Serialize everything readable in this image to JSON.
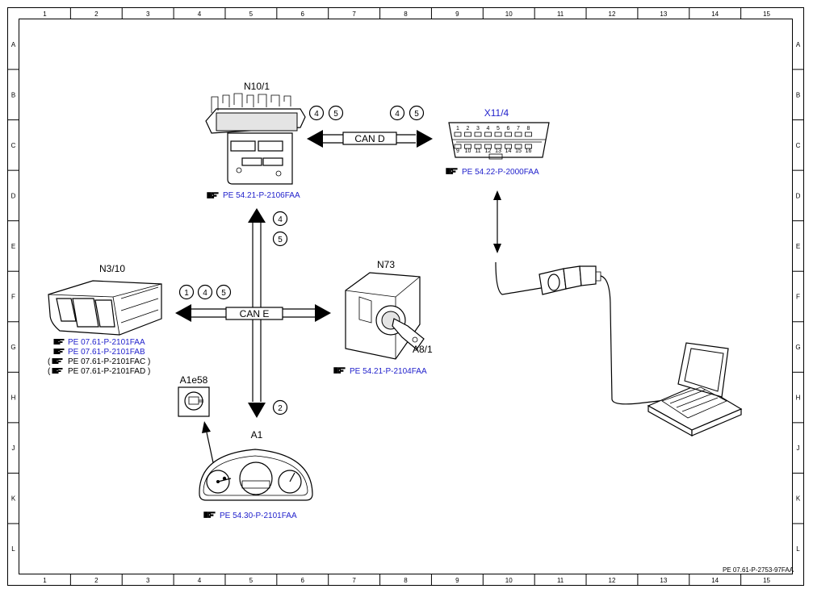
{
  "grid": {
    "columns": [
      "1",
      "2",
      "3",
      "4",
      "5",
      "6",
      "7",
      "8",
      "9",
      "10",
      "11",
      "12",
      "13",
      "14",
      "15"
    ],
    "rows": [
      "A",
      "B",
      "C",
      "D",
      "E",
      "F",
      "G",
      "H",
      "J",
      "K",
      "L"
    ]
  },
  "components": {
    "n10_1": {
      "label": "N10/1",
      "ref": "PE 54.21-P-2106FAA"
    },
    "x11_4": {
      "label": "X11/4",
      "ref": "PE 54.22-P-2000FAA",
      "pins_top": [
        "1",
        "2",
        "3",
        "4",
        "5",
        "6",
        "7",
        "8"
      ],
      "pins_bottom": [
        "9",
        "10",
        "11",
        "12",
        "13",
        "14",
        "15",
        "16"
      ]
    },
    "n3_10": {
      "label": "N3/10",
      "refs": [
        "PE 07.61-P-2101FAA",
        "PE 07.61-P-2101FAB"
      ],
      "refs_paren": [
        "PE 07.61-P-2101FAC",
        "PE 07.61-P-2101FAD"
      ]
    },
    "n73": {
      "label": "N73",
      "ref": "PE 54.21-P-2104FAA"
    },
    "a8_1": {
      "label": "A8/1"
    },
    "a1e58": {
      "label": "A1e58"
    },
    "a1": {
      "label": "A1",
      "ref": "PE 54.30-P-2101FAA"
    }
  },
  "buses": {
    "can_d": {
      "label": "CAN D",
      "left_circles": [
        "4",
        "5"
      ],
      "right_circles": [
        "4",
        "5"
      ]
    },
    "can_e": {
      "label": "CAN E",
      "left_circles": [
        "1",
        "4",
        "5"
      ],
      "up_circles": [
        "4",
        "5"
      ],
      "down_circles": [
        "2"
      ]
    }
  },
  "doc_id": "PE 07.61-P-2753-97FAA",
  "colors": {
    "reference_text": "#2222cc",
    "line": "#000000",
    "background": "#ffffff"
  },
  "icons": [
    "pointing-hand-icon",
    "circled-number-icon"
  ]
}
